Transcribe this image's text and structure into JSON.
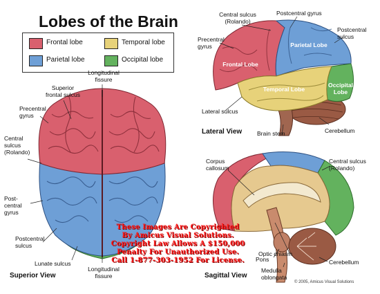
{
  "title": "Lobes of the Brain",
  "legend": {
    "frontal": {
      "label": "Frontal lobe",
      "color": "#d9606e"
    },
    "temporal": {
      "label": "Temporal lobe",
      "color": "#e7d27a"
    },
    "parietal": {
      "label": "Parietal lobe",
      "color": "#6e9fd6"
    },
    "occipital": {
      "label": "Occipital lobe",
      "color": "#63b25e"
    }
  },
  "superior_view": {
    "caption": "Superior View",
    "labels": {
      "superior_frontal_sulcus": "Superior\nfrontal sulcus",
      "longitudinal_fissure_top": "Longitudinal\nfissure",
      "precentral_gyrus": "Precentral\ngyrus",
      "central_sulcus": "Central\nsulcus\n(Rolando)",
      "postcentral_gyrus": "Post-\ncentral\ngyrus",
      "postcentral_sulcus": "Postcentral\nsulcus",
      "lunate_sulcus": "Lunate sulcus",
      "longitudinal_fissure_bottom": "Longitudinal\nfissure"
    }
  },
  "lateral_view": {
    "caption": "Lateral View",
    "labels": {
      "central_sulcus": "Central sulcus\n(Rolando)",
      "postcentral_gyrus": "Postcentral gyrus",
      "precentral_gyrus": "Precentral\ngyrus",
      "postcentral_sulcus": "Postcentral\nsulcus",
      "lateral_sulcus": "Lateral sulcus",
      "brain_stem": "Brain stem",
      "cerebellum": "Cerebellum"
    },
    "lobe_labels": {
      "frontal": "Frontal Lobe",
      "parietal": "Parietal Lobe",
      "temporal": "Temporal Lobe",
      "occipital": "Occipital\nLobe"
    }
  },
  "sagittal_view": {
    "caption": "Sagittal View",
    "labels": {
      "corpus_callosum": "Corpus\ncallosum",
      "central_sulcus": "Central sulcus\n(Rolando)",
      "optic_chiasm": "Optic chiasm",
      "pons": "Pons",
      "cerebellum": "Cerebellum",
      "medulla": "Medulla\noblongata"
    }
  },
  "watermark": "These Images Are Copyrighted\nBy Amicus Visual Solutions.\nCopyright Law Allows A $150,000\nPenalty For Unauthorized Use.\nCall 1-877-303-1952 For License.",
  "copyright": "© 2005, Amicus Visual Solutions"
}
